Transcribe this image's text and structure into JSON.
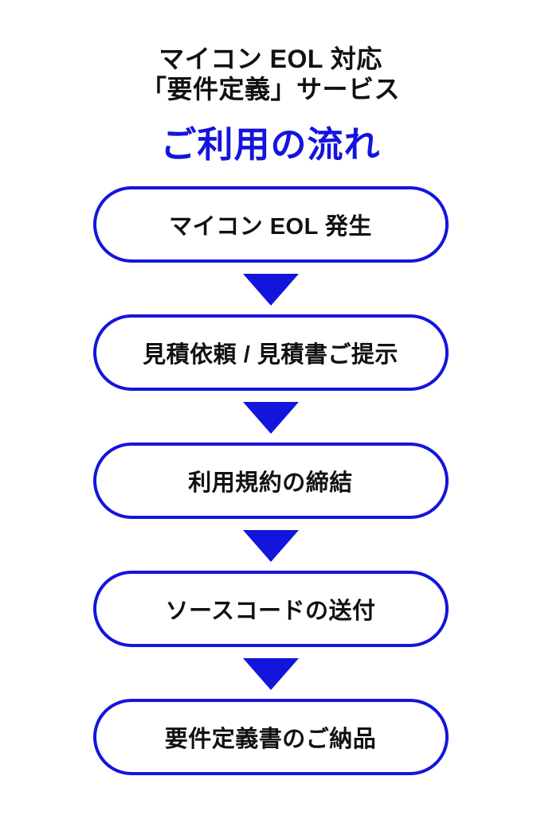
{
  "header": {
    "title_line1": "マイコン EOL 対応",
    "title_line2": "「要件定義」サービス",
    "subtitle": "ご利用の流れ"
  },
  "flow": {
    "steps": [
      {
        "label": "マイコン EOL 発生"
      },
      {
        "label": "見積依頼 / 見積書ご提示"
      },
      {
        "label": "利用規約の締結"
      },
      {
        "label": "ソースコードの送付"
      },
      {
        "label": "要件定義書のご納品"
      }
    ]
  },
  "colors": {
    "accent_blue": "#1414dd",
    "text_black": "#111111",
    "background": "#ffffff"
  }
}
